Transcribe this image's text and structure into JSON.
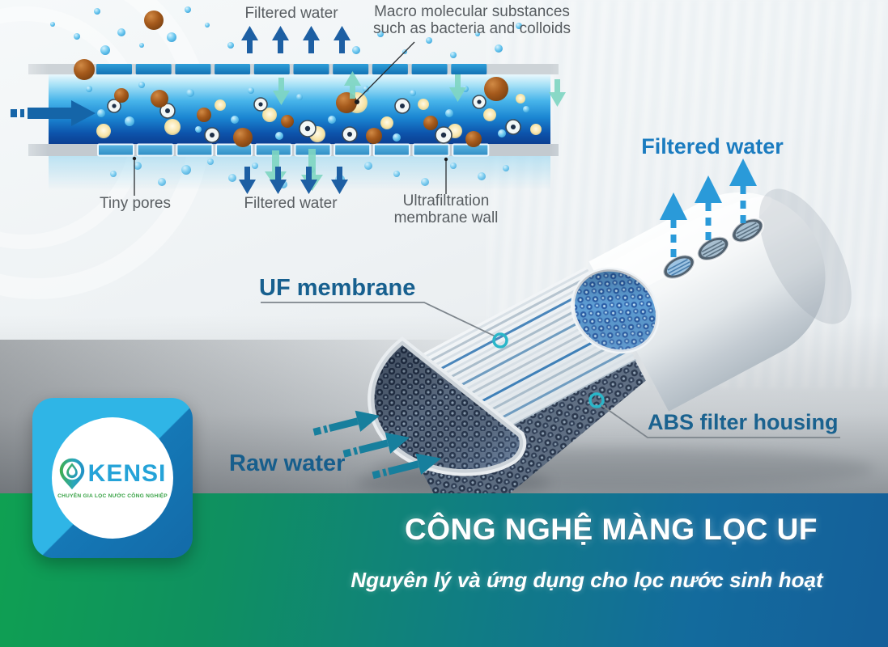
{
  "membrane_diagram": {
    "filtered_water_top": "Filtered water",
    "macro_line1": "Macro molecular substances",
    "macro_line2": "such as bacteria and colloids",
    "tiny_pores": "Tiny pores",
    "filtered_water_bottom": "Filtered water",
    "uf_wall_line1": "Ultrafiltration",
    "uf_wall_line2": "membrane wall"
  },
  "cartridge_diagram": {
    "filtered_water": "Filtered water",
    "uf_membrane": "UF membrane",
    "abs_housing": "ABS filter housing",
    "raw_water": "Raw water"
  },
  "logo": {
    "brand": "KENSI",
    "tagline": "CHUYÊN GIA LỌC NƯỚC CÔNG NGHIỆP"
  },
  "banner": {
    "title": "CÔNG NGHỆ MÀNG LỌC UF",
    "subtitle": "Nguyên lý và ứng dụng cho lọc nước sinh hoạt"
  },
  "colors": {
    "banner_green": "#0fa052",
    "banner_teal": "#107e82",
    "banner_blue": "#145f9a",
    "diagram_label_grey": "#585d61",
    "cartridge_label_blue": "#17608f",
    "arrow_dark_blue": "#1d5fa3",
    "arrow_teal": "#6fd0bc",
    "arrow_bright_blue": "#2a9ad9",
    "membrane_segment_blue": "#1f86c6",
    "logo_square_blue": "#2fb5e6",
    "logo_text_blue": "#25a3d8",
    "logo_tagline_green": "#3aa347"
  }
}
